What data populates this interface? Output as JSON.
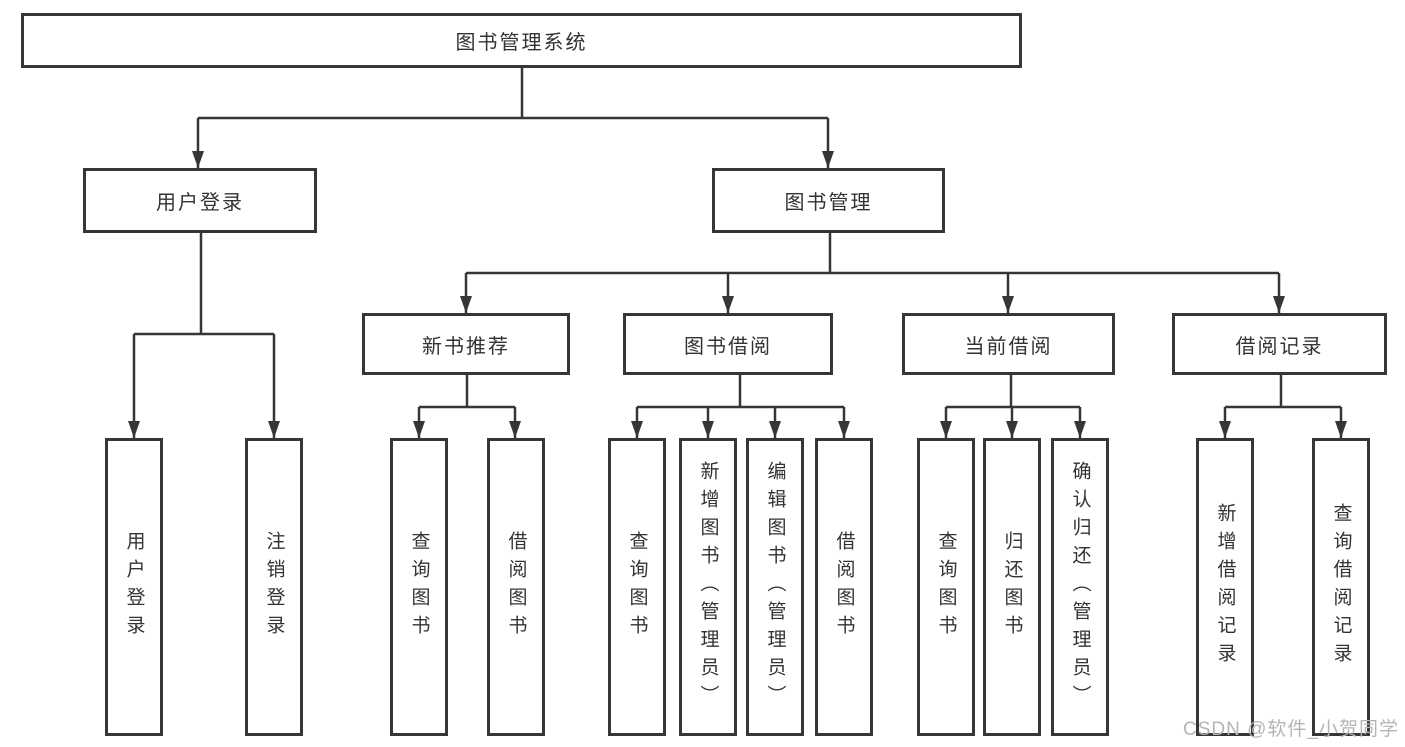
{
  "diagram": {
    "root": {
      "label": "图书管理系统"
    },
    "branches": [
      {
        "label": "用户登录",
        "children": [
          {
            "label": "用户登录"
          },
          {
            "label": "注销登录"
          }
        ]
      },
      {
        "label": "图书管理",
        "sections": [
          {
            "label": "新书推荐",
            "children": [
              {
                "label": "查询图书"
              },
              {
                "label": "借阅图书"
              }
            ]
          },
          {
            "label": "图书借阅",
            "children": [
              {
                "label": "查询图书"
              },
              {
                "label": "新增图书（管理员）"
              },
              {
                "label": "编辑图书（管理员）"
              },
              {
                "label": "借阅图书"
              }
            ]
          },
          {
            "label": "当前借阅",
            "children": [
              {
                "label": "查询图书"
              },
              {
                "label": "归还图书"
              },
              {
                "label": "确认归还（管理员）"
              }
            ]
          },
          {
            "label": "借阅记录",
            "children": [
              {
                "label": "新增借阅记录"
              },
              {
                "label": "查询借阅记录"
              }
            ]
          }
        ]
      }
    ]
  },
  "colors": {
    "line": "#363636",
    "box_border": "#363636",
    "text": "#333333",
    "watermark": "#b5b5b5"
  },
  "watermark": {
    "text": "CSDN @软件_小贺同学"
  }
}
